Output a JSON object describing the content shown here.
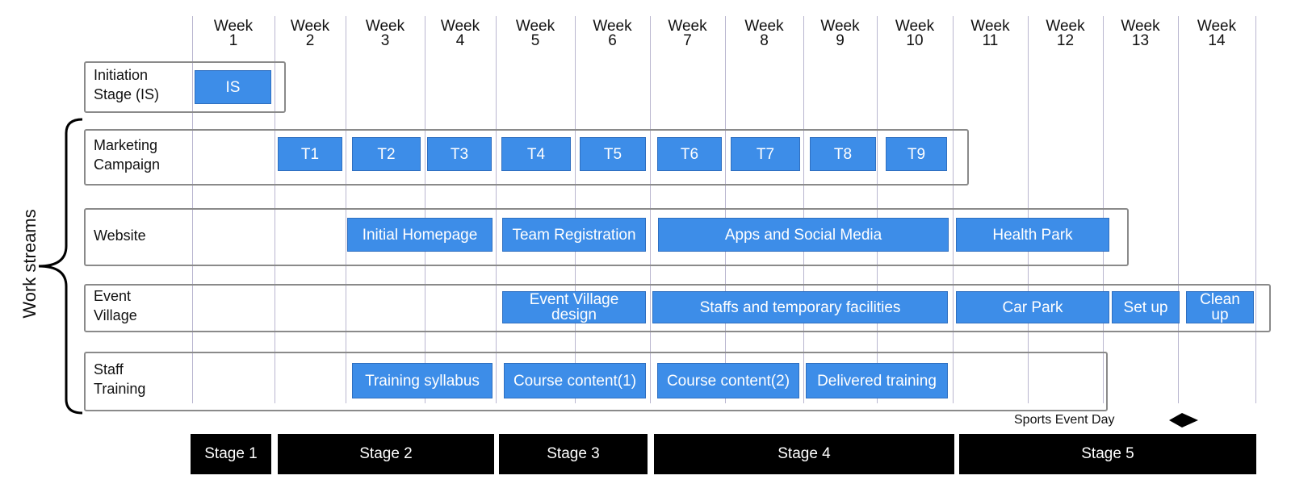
{
  "weeks": [
    "Week\n1",
    "Week\n2",
    "Week\n3",
    "Week\n4",
    "Week\n5",
    "Week\n6",
    "Week\n7",
    "Week\n8",
    "Week\n9",
    "Week\n10",
    "Week\n11",
    "Week\n12",
    "Week\n13",
    "Week\n14"
  ],
  "axis_label": "Work streams",
  "rows": {
    "initiation": "Initiation\nStage (IS)",
    "marketing": "Marketing\nCampaign",
    "website": "Website",
    "event_village": "Event\nVillage",
    "staff_training": "Staff\nTraining"
  },
  "tasks": {
    "is": "IS",
    "t1": "T1",
    "t2": "T2",
    "t3": "T3",
    "t4": "T4",
    "t5": "T5",
    "t6": "T6",
    "t7": "T7",
    "t8": "T8",
    "t9": "T9",
    "initial_homepage": "Initial Homepage",
    "team_registration": "Team Registration",
    "apps_social": "Apps and Social Media",
    "health_park": "Health Park",
    "ev_design": "Event Village\ndesign",
    "staffs_facilities": "Staffs and temporary facilities",
    "car_park": "Car Park",
    "set_up": "Set up",
    "clean_up": "Clean\nup",
    "training_syllabus": "Training syllabus",
    "course1": "Course content(1)",
    "course2": "Course content(2)",
    "delivered": "Delivered training"
  },
  "stages": [
    "Stage 1",
    "Stage 2",
    "Stage 3",
    "Stage 4",
    "Stage 5"
  ],
  "event_day": "Sports Event Day",
  "colors": {
    "task": "#3d8de8",
    "stage": "#000000",
    "grid": "#b9b6cf"
  }
}
